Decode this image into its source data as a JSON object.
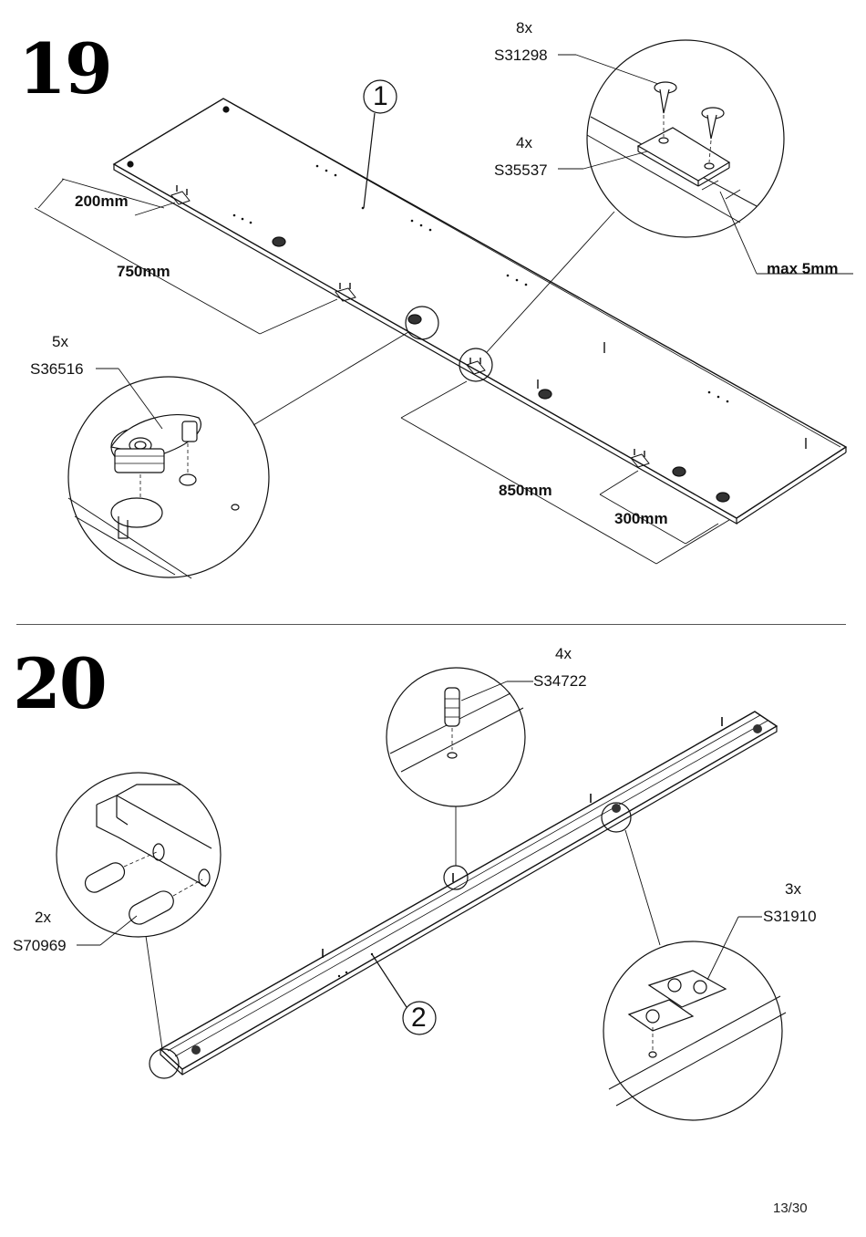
{
  "page_number": "13/30",
  "step19": {
    "number": "19",
    "part_callout": "1",
    "parts": [
      {
        "qty": "8x",
        "code": "S31298"
      },
      {
        "qty": "4x",
        "code": "S35537"
      },
      {
        "qty": "5x",
        "code": "S36516"
      }
    ],
    "dimensions": {
      "d200": "200mm",
      "d750": "750mm",
      "d850": "850mm",
      "d300": "300mm",
      "max": "max 5mm"
    }
  },
  "step20": {
    "number": "20",
    "part_callout": "2",
    "parts": [
      {
        "qty": "4x",
        "code": "S34722"
      },
      {
        "qty": "2x",
        "code": "S70969"
      },
      {
        "qty": "3x",
        "code": "S31910"
      }
    ]
  }
}
